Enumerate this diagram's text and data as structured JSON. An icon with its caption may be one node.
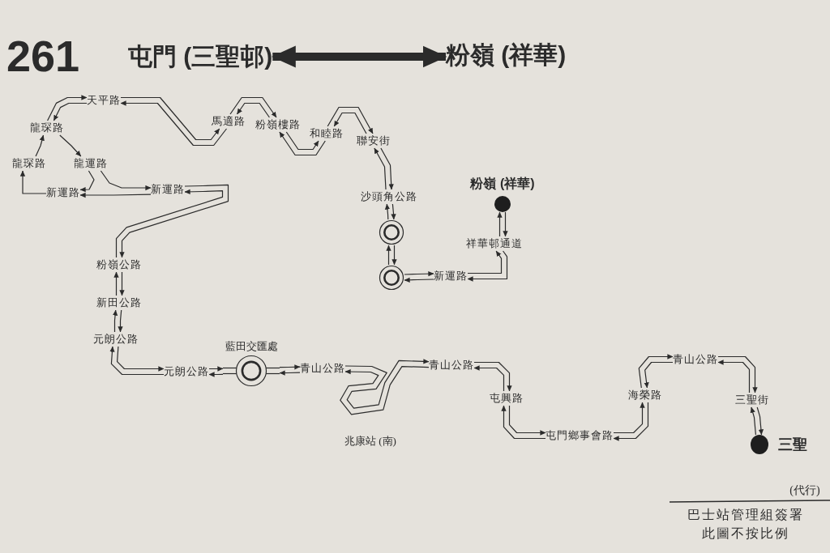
{
  "diagram": {
    "title": "261",
    "nodes": [
      {
        "text": [
          "屯門 (三聖邨)"
        ]
      },
      {
        "text": [
          "粉嶺 (祥華)"
        ]
      },
      {
        "text": [
          "天平路"
        ]
      },
      {
        "text": [
          "龍琛路"
        ]
      },
      {
        "text": [
          "龍琛路"
        ]
      },
      {
        "text": [
          "龍運路"
        ]
      },
      {
        "text": [
          "新運路"
        ]
      },
      {
        "text": [
          "新運路"
        ]
      },
      {
        "text": [
          "粉嶺公路"
        ]
      },
      {
        "text": [
          "新田公路"
        ]
      },
      {
        "text": [
          "元朗公路"
        ]
      },
      {
        "text": [
          "元朗公路"
        ]
      },
      {
        "text": [
          "藍田交匯處"
        ]
      },
      {
        "text": [
          "青山公路"
        ]
      },
      {
        "text": [
          "青山公路"
        ]
      },
      {
        "text": [
          "屯興路"
        ]
      },
      {
        "text": [
          "屯門鄉事會路"
        ]
      },
      {
        "text": [
          "海榮路"
        ]
      },
      {
        "text": [
          "青山公路"
        ]
      },
      {
        "text": [
          "三聖街"
        ]
      },
      {
        "text": [
          "三聖"
        ]
      },
      {
        "text": [
          "馬適路"
        ]
      },
      {
        "text": [
          "粉嶺樓路"
        ]
      },
      {
        "text": [
          "和睦路"
        ]
      },
      {
        "text": [
          "聯安街"
        ]
      },
      {
        "text": [
          "沙頭角公路"
        ]
      },
      {
        "text": [],
        "shape": "circle"
      },
      {
        "text": [],
        "shape": "circle"
      },
      {
        "text": [
          "新運路"
        ]
      },
      {
        "text": [
          "祥華邨通道"
        ]
      },
      {
        "text": [
          "粉嶺 (祥華)"
        ]
      }
    ],
    "edges": [
      {
        "from": 0,
        "to": 1,
        "arrow": "both",
        "style": "thick"
      },
      {
        "from": 20,
        "to": 19,
        "arrow": "to"
      },
      {
        "from": 19,
        "to": 20,
        "arrow": "to"
      },
      {
        "from": 19,
        "to": 18,
        "arrow": "to"
      },
      {
        "from": 18,
        "to": 19,
        "arrow": "to"
      },
      {
        "from": 18,
        "to": 17,
        "arrow": "to"
      },
      {
        "from": 17,
        "to": 18,
        "arrow": "to"
      },
      {
        "from": 17,
        "to": 16,
        "arrow": "to"
      },
      {
        "from": 16,
        "to": 17,
        "arrow": "to"
      },
      {
        "from": 16,
        "to": 15,
        "arrow": "to"
      },
      {
        "from": 15,
        "to": 16,
        "arrow": "to"
      },
      {
        "from": 15,
        "to": 14,
        "arrow": "to"
      },
      {
        "from": 14,
        "to": 15,
        "arrow": "to"
      },
      {
        "from": 14,
        "to": 13,
        "arrow": "to"
      },
      {
        "from": 13,
        "to": 14,
        "arrow": "to"
      },
      {
        "from": 13,
        "to": 12,
        "arrow": "to"
      },
      {
        "from": 12,
        "to": 13,
        "arrow": "to"
      },
      {
        "from": 12,
        "to": 11,
        "arrow": "to"
      },
      {
        "from": 11,
        "to": 12,
        "arrow": "to"
      },
      {
        "from": 11,
        "to": 10,
        "arrow": "to"
      },
      {
        "from": 10,
        "to": 11,
        "arrow": "to"
      },
      {
        "from": 10,
        "to": 9,
        "arrow": "to"
      },
      {
        "from": 9,
        "to": 10,
        "arrow": "to"
      },
      {
        "from": 9,
        "to": 8,
        "arrow": "to"
      },
      {
        "from": 8,
        "to": 9,
        "arrow": "to"
      },
      {
        "from": 8,
        "to": 7,
        "arrow": "to"
      },
      {
        "from": 7,
        "to": 8,
        "arrow": "to"
      },
      {
        "from": 7,
        "to": 6,
        "arrow": "to"
      },
      {
        "from": 6,
        "to": 4,
        "arrow": "to"
      },
      {
        "from": 4,
        "to": 3,
        "arrow": "to"
      },
      {
        "from": 3,
        "to": 2,
        "arrow": "to"
      },
      {
        "from": 2,
        "to": 3,
        "arrow": "to"
      },
      {
        "from": 3,
        "to": 5,
        "arrow": "to"
      },
      {
        "from": 5,
        "to": 7,
        "arrow": "to"
      },
      {
        "from": 5,
        "to": 6,
        "arrow": "to"
      },
      {
        "from": 2,
        "to": 21,
        "arrow": "to"
      },
      {
        "from": 21,
        "to": 2,
        "arrow": "to"
      },
      {
        "from": 21,
        "to": 22,
        "arrow": "to"
      },
      {
        "from": 22,
        "to": 21,
        "arrow": "to"
      },
      {
        "from": 22,
        "to": 23,
        "arrow": "to"
      },
      {
        "from": 23,
        "to": 22,
        "arrow": "to"
      },
      {
        "from": 23,
        "to": 24,
        "arrow": "to"
      },
      {
        "from": 24,
        "to": 23,
        "arrow": "to"
      },
      {
        "from": 24,
        "to": 25,
        "arrow": "to"
      },
      {
        "from": 25,
        "to": 24,
        "arrow": "to"
      },
      {
        "from": 25,
        "to": 26,
        "arrow": "to"
      },
      {
        "from": 26,
        "to": 25,
        "arrow": "to"
      },
      {
        "from": 26,
        "to": 27,
        "arrow": "to"
      },
      {
        "from": 27,
        "to": 26,
        "arrow": "to"
      },
      {
        "from": 27,
        "to": 28,
        "arrow": "to"
      },
      {
        "from": 28,
        "to": 27,
        "arrow": "to"
      },
      {
        "from": 28,
        "to": 29,
        "arrow": "to"
      },
      {
        "from": 29,
        "to": 28,
        "arrow": "to"
      },
      {
        "from": 29,
        "to": 30,
        "arrow": "to"
      },
      {
        "from": 30,
        "to": 29,
        "arrow": "to"
      }
    ],
    "labels": [
      "兆康站 (南)",
      "(代行)",
      "巴士站管理組簽署",
      "此圖不按比例"
    ]
  }
}
